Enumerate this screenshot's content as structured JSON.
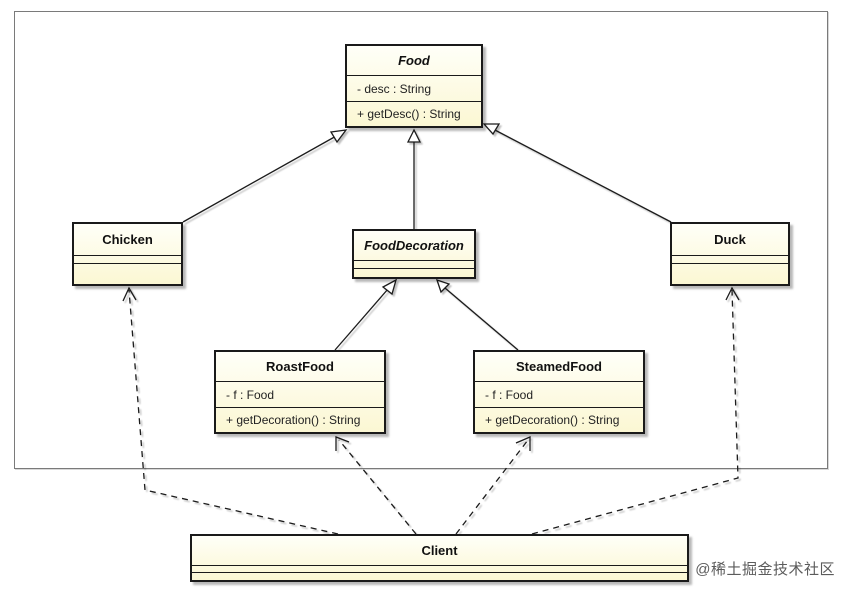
{
  "classes": {
    "food": {
      "name": "Food",
      "attribute": "- desc : String",
      "operation": "+ getDesc() : String"
    },
    "chicken": {
      "name": "Chicken"
    },
    "food_decoration": {
      "name": "FoodDecoration"
    },
    "duck": {
      "name": "Duck"
    },
    "roast_food": {
      "name": "RoastFood",
      "attribute": "- f : Food",
      "operation": "+ getDecoration() : String"
    },
    "steamed_food": {
      "name": "SteamedFood",
      "attribute": "- f : Food",
      "operation": "+ getDecoration() : String"
    },
    "client": {
      "name": "Client"
    }
  },
  "relations": {
    "generalization": [
      [
        "Chicken",
        "Food"
      ],
      [
        "FoodDecoration",
        "Food"
      ],
      [
        "Duck",
        "Food"
      ],
      [
        "RoastFood",
        "FoodDecoration"
      ],
      [
        "SteamedFood",
        "FoodDecoration"
      ]
    ],
    "dependency": [
      [
        "Client",
        "Chicken"
      ],
      [
        "Client",
        "RoastFood"
      ],
      [
        "Client",
        "SteamedFood"
      ],
      [
        "Client",
        "Duck"
      ]
    ]
  },
  "watermark": "@稀土掘金技术社区",
  "colors": {
    "class_fill": "#fbf7d3",
    "line": "#1a1a1a"
  }
}
